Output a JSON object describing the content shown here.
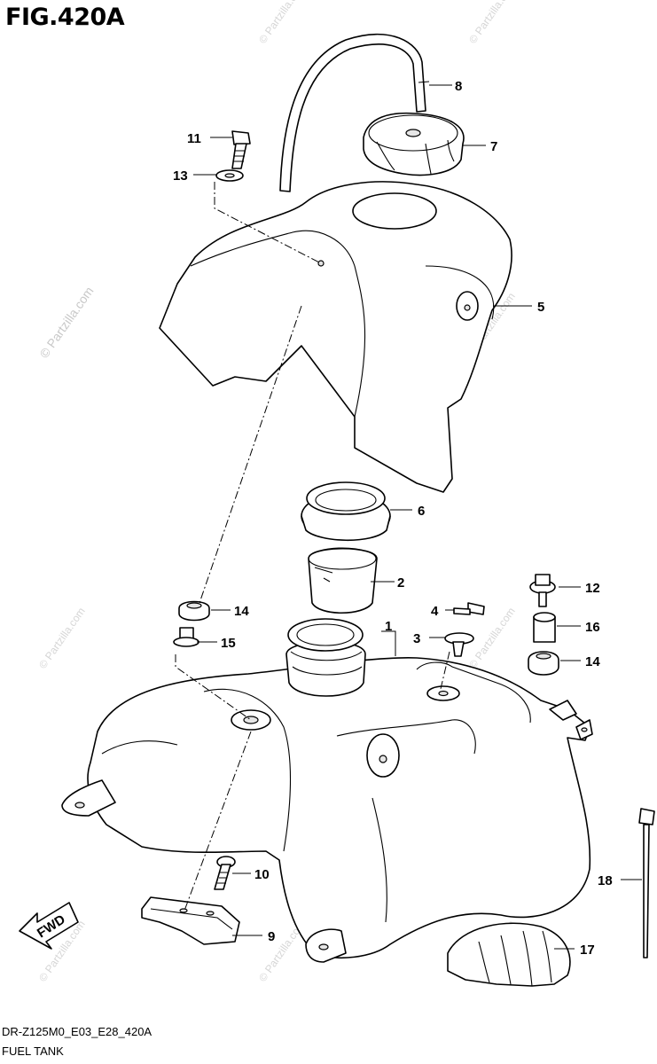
{
  "figure": {
    "title": "FIG.420A",
    "code": "DR-Z125M0_E03_E28_420A",
    "caption": "FUEL TANK"
  },
  "watermarks": {
    "brand": "© Partzilla.com",
    "brand_short": "© Partzilla.com"
  },
  "callouts": {
    "c1": "1",
    "c2": "2",
    "c3": "3",
    "c4": "4",
    "c5": "5",
    "c6": "6",
    "c7": "7",
    "c8": "8",
    "c9": "9",
    "c10": "10",
    "c11": "11",
    "c12": "12",
    "c13": "13",
    "c14a": "14",
    "c14b": "14",
    "c15": "15",
    "c16": "16",
    "c17": "17",
    "c18": "18"
  },
  "fwd_arrow": {
    "text": "FWD"
  },
  "colors": {
    "line": "#000000",
    "watermark": "#c8c8c8",
    "background": "#ffffff"
  }
}
